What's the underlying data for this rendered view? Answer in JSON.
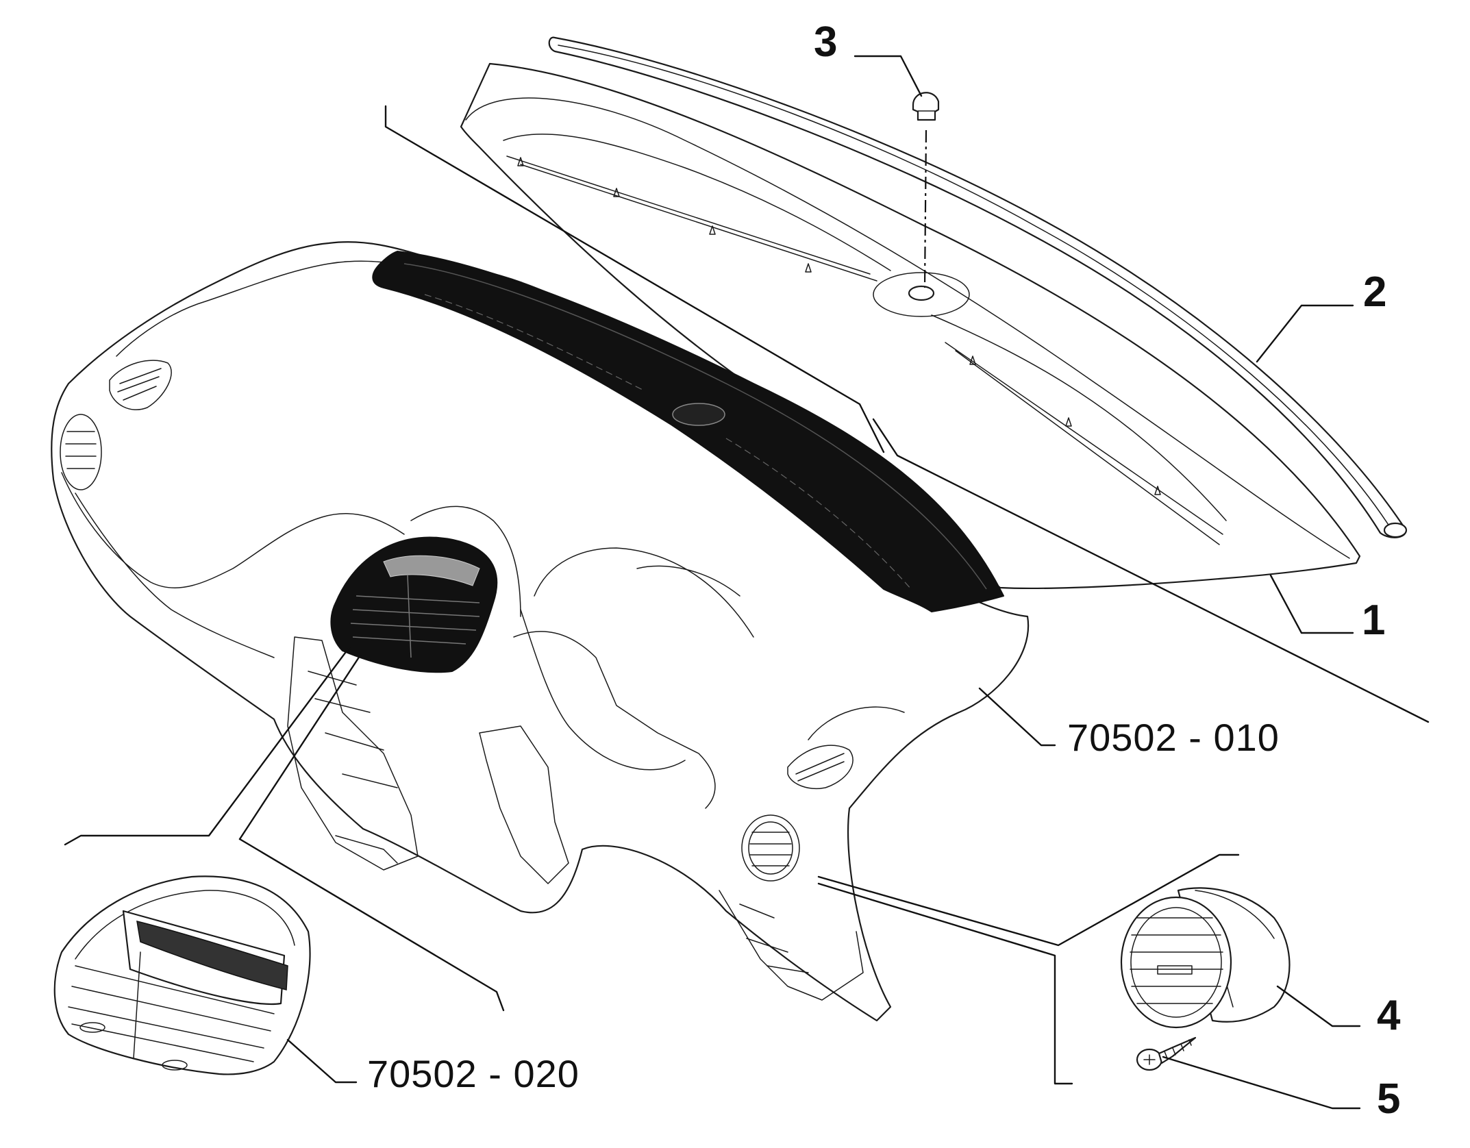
{
  "callouts": {
    "c1": "1",
    "c2": "2",
    "c3": "3",
    "c4": "4",
    "c5": "5"
  },
  "part_numbers": {
    "dashboard": "70502 - 010",
    "center_vent": "70502 - 020"
  },
  "colors": {
    "line": "#1a1a1a",
    "background": "#ffffff",
    "fill_dark": "#111111"
  }
}
